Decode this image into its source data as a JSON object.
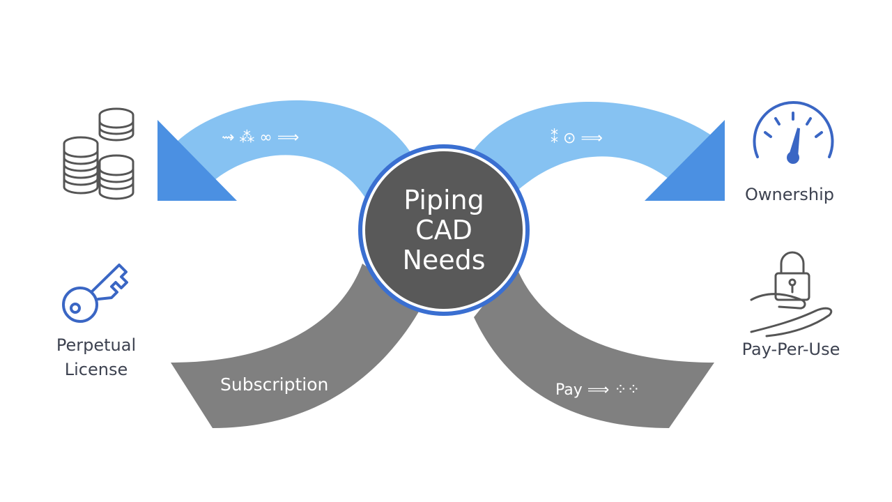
{
  "center": {
    "lines": [
      "Piping",
      "CAD",
      "Needs"
    ]
  },
  "bands": {
    "top_left_glyphs": "⇝ ⁂ ∞ ⟹",
    "top_right_glyphs": "⁑ ⊙ ⟹",
    "bottom_left_label": "Subscription",
    "bottom_right_text": "Pay ⟹ ⁘⁘"
  },
  "labels": {
    "left_top": "",
    "left_bottom": [
      "Perpetual",
      "License"
    ],
    "right_top": "Ownership",
    "right_bottom": "Pay-Per-Use"
  },
  "icons": {
    "left_top": "coin-stack-icon",
    "left_bottom": "key-icon",
    "right_top": "gauge-icon",
    "right_bottom": "lock-in-hand-icon"
  },
  "colors": {
    "light_blue": "#86c2f2",
    "blue_triangle": "#4b90e2",
    "hub_gray": "#595959",
    "hub_ring": "#3a6fd1",
    "gray_band": "#808080",
    "icon_gray": "#555555",
    "icon_blue": "#3a66c4",
    "label_text": "#3d4250"
  }
}
